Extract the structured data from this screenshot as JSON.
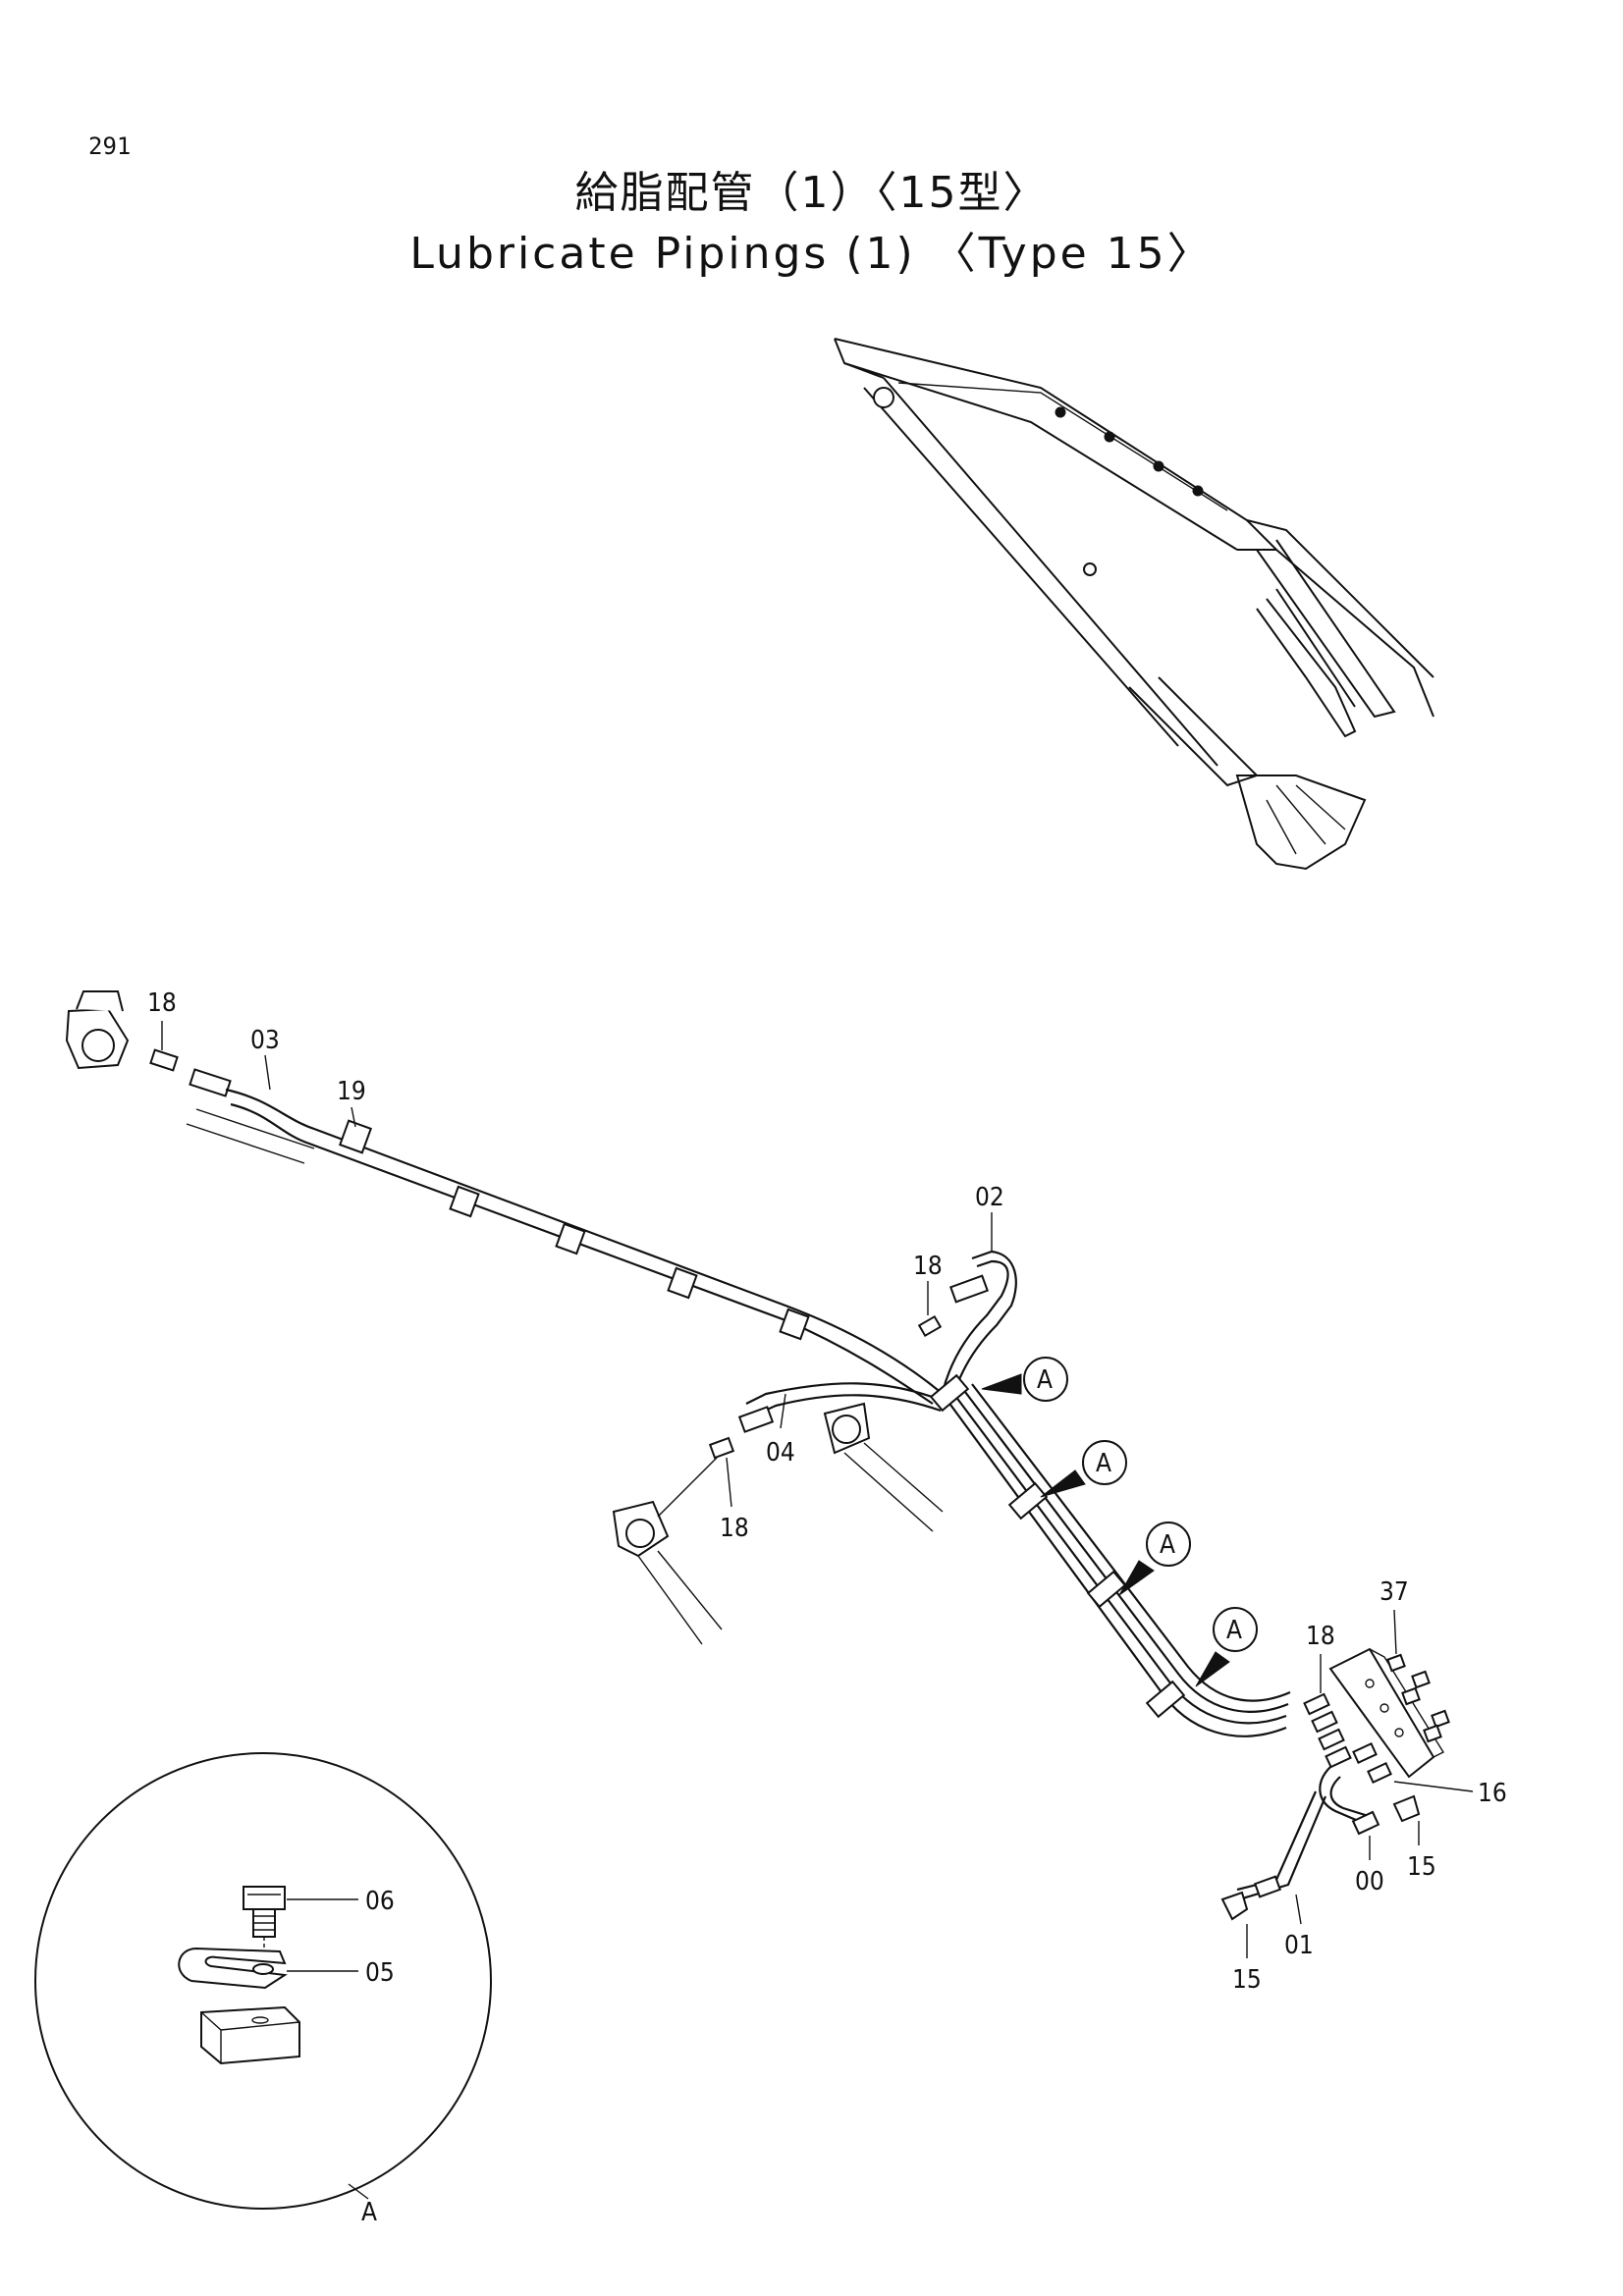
{
  "page_number": "291",
  "title_jp": "給脂配管（1）〈15型〉",
  "title_en": "Lubricate Pipings (1) 〈Type 15〉",
  "callouts": {
    "p18a": "18",
    "p03": "03",
    "p19": "19",
    "p02": "02",
    "p18b": "18",
    "p04": "04",
    "p18c": "18",
    "p37": "37",
    "p18d": "18",
    "p16": "16",
    "p15a": "15",
    "p00": "00",
    "p01": "01",
    "p15b": "15",
    "p06": "06",
    "p05": "05"
  },
  "detail_marker": "A",
  "detail_label": "A"
}
